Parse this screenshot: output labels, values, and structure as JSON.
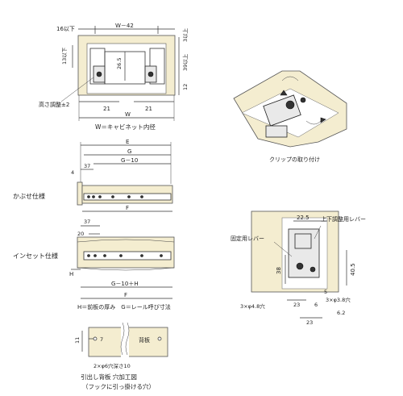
{
  "colors": {
    "panel": "#f4edd0",
    "line": "#333333",
    "part": "#e9e9e9"
  },
  "top_front_view": {
    "dims": {
      "d16": "16以下",
      "w42": "W－42",
      "d13": "13以下",
      "d265": "26.5",
      "d12": "12",
      "d3_up": "3以上",
      "d39": "39以上",
      "d21_left": "21",
      "d21_right": "21",
      "w": "W"
    },
    "height_adjust_label": "高さ調整±2",
    "caption": "W＝キャビネット内径"
  },
  "clip_view": {
    "caption": "クリップの取り付け"
  },
  "overlay_view": {
    "title": "かぶせ仕様",
    "dims": {
      "e": "E",
      "g": "G",
      "g10": "G－10",
      "d37": "37",
      "d4": "4",
      "f": "F"
    }
  },
  "inset_view": {
    "title": "インセット仕様",
    "dims": {
      "d37": "37",
      "d20": "20",
      "h": "H",
      "g10h": "G－10＋H",
      "f": "F"
    },
    "caption": "H＝前板の厚み　G＝レール呼び寸法"
  },
  "side_detail": {
    "labels": {
      "lever_fixed": "固定用レバー",
      "lever_updown": "上下調整用レバー"
    },
    "dims": {
      "d225": "22.5",
      "d38": "38",
      "d405": "40.5",
      "d5": "5",
      "hole48": "3×φ4.8穴",
      "hole38": "3×φ3.8穴",
      "d23a": "23",
      "d6": "6",
      "d62": "6.2",
      "d23b": "23"
    }
  },
  "back_panel_view": {
    "label": "背板",
    "dims": {
      "d7": "7",
      "d11": "11",
      "hole": "2×φ6穴深さ10"
    },
    "caption_line1": "引出し背板 穴加工図",
    "caption_line2": "（フックに引っ掛ける穴）"
  }
}
